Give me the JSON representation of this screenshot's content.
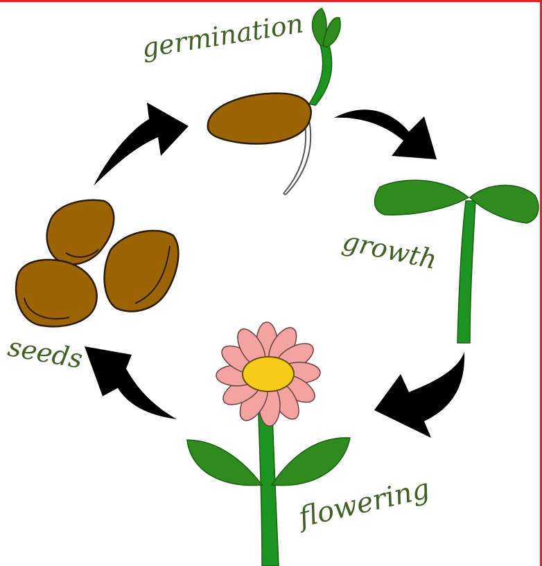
{
  "diagram": {
    "stages": [
      {
        "id": "germination",
        "label": "germination"
      },
      {
        "id": "growth",
        "label": "growth"
      },
      {
        "id": "flowering",
        "label": "flowering"
      },
      {
        "id": "seeds",
        "label": "seeds"
      }
    ],
    "colors": {
      "seed": "#9b6405",
      "leaf": "#2e8b1e",
      "stem": "#1d9420",
      "petal": "#f4a3a3",
      "center": "#f5cc1a",
      "arrow": "#000000",
      "label": "#3f5f24",
      "border": "#e8202a"
    }
  }
}
